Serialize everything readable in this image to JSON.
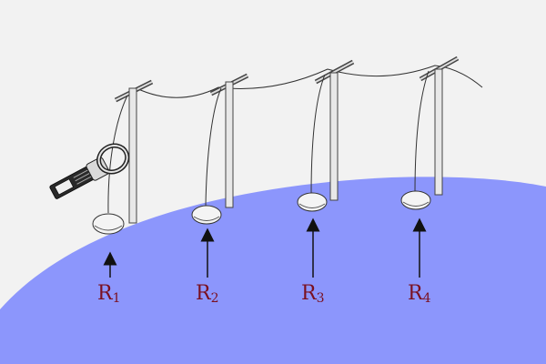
{
  "colors": {
    "background": "#f2f2f2",
    "ground": "#8c96fc",
    "line": "#222222",
    "electrode": "#f4f4f4",
    "label": "#7a1020"
  },
  "meter": {
    "icon": "clamp-meter-icon"
  },
  "resistances": [
    {
      "label": "R",
      "sub": "1"
    },
    {
      "label": "R",
      "sub": "2"
    },
    {
      "label": "R",
      "sub": "3"
    },
    {
      "label": "R",
      "sub": "4"
    }
  ]
}
